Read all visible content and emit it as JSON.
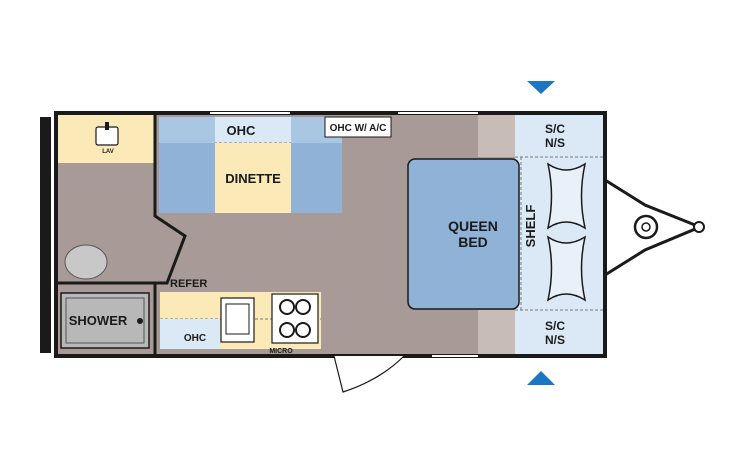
{
  "floorplan": {
    "labels": {
      "lav": "LAV",
      "ohc_top": "OHC",
      "ohc_ac": "OHC W/ A/C",
      "dinette": "DINETTE",
      "refer": "REFER",
      "shower": "SHOWER",
      "ohc_bottom": "OHC",
      "micro": "MICRO",
      "bed_line1": "QUEEN",
      "bed_line2": "BED",
      "shelf": "SHELF",
      "sc_top_1": "S/C",
      "sc_top_2": "N/S",
      "sc_bottom_1": "S/C",
      "sc_bottom_2": "N/S"
    },
    "colors": {
      "floor": "#a89a96",
      "wall": "#1a1a1a",
      "cabinet_blue": "#dbe9f6",
      "seat_blue": "#8fb2d6",
      "cream": "#fbe9b7",
      "bed_blue": "#8fb2d6",
      "accent_arrow": "#1b76c4",
      "shower_gray": "#b8b8b8"
    }
  }
}
